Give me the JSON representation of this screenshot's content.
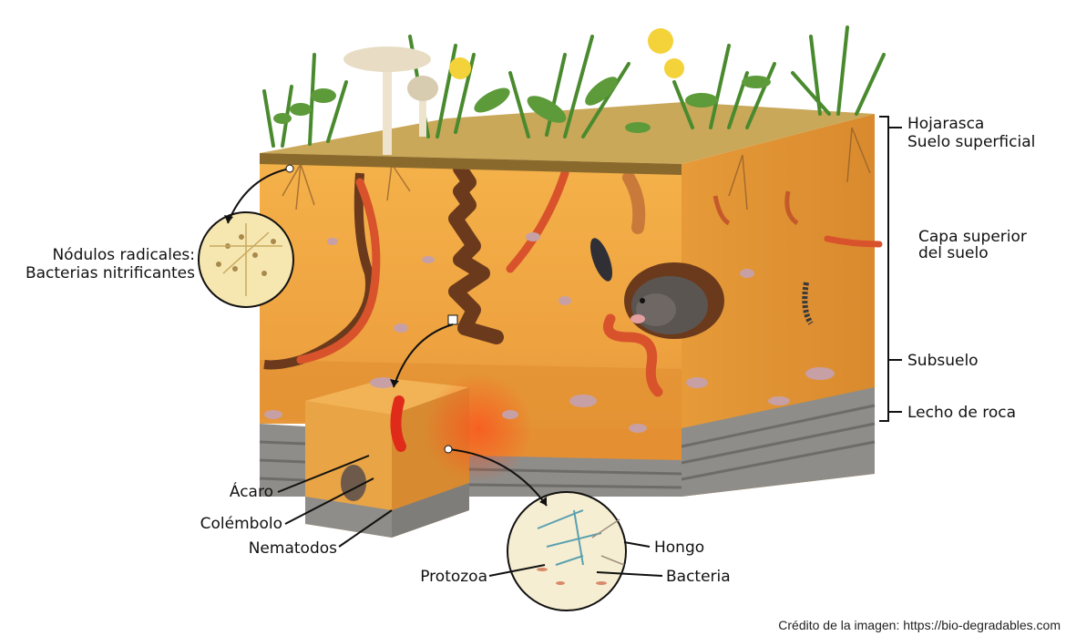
{
  "labels": {
    "hojarasca": "Hojarasca",
    "suelo_superficial": "Suelo superficial",
    "capa_superior_1": "Capa superior",
    "capa_superior_2": "del suelo",
    "subsuelo": "Subsuelo",
    "lecho": "Lecho de roca",
    "nodulos_1": "Nódulos radicales:",
    "nodulos_2": "Bacterias nitrificantes",
    "acaro": "Ácaro",
    "colembolo": "Colémbolo",
    "nematodos": "Nematodos",
    "hongo": "Hongo",
    "protozoa": "Protozoa",
    "bacteria": "Bacteria"
  },
  "credit": "Crédito de la imagen: https://bio-degradables.com",
  "colors": {
    "soil_top": "#f0a83e",
    "soil_mid": "#e8962f",
    "soil_dark": "#d9822a",
    "rock": "#8c8a86",
    "worm": "#d8532c",
    "burrow": "#6b3a1c",
    "grass": "#5d9a3a",
    "lens_bg": "#f6e7b0"
  }
}
